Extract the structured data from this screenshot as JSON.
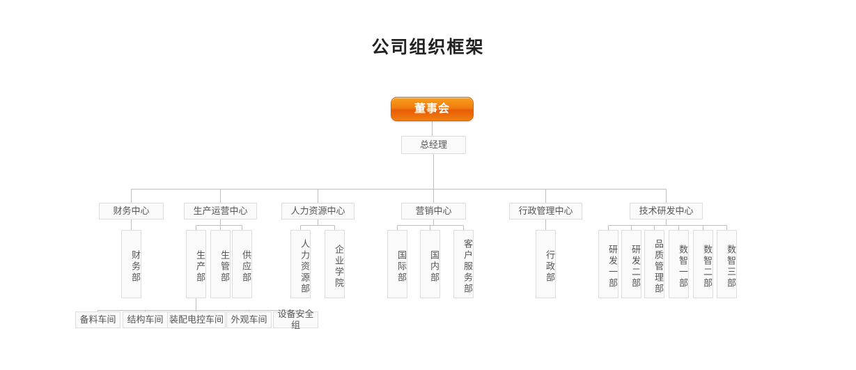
{
  "page": {
    "title": "公司组织框架",
    "background": "#ffffff",
    "accent_color": "#ef7d10",
    "box_fill": "#fafafa",
    "box_border": "#dddddd",
    "line_color": "#bfbfbf",
    "text_color": "#555555"
  },
  "chart_data": {
    "type": "diagram",
    "subtype": "org-chart",
    "title": "公司组织框架",
    "root": {
      "label": "董事会",
      "style": "orange-gradient"
    },
    "general_manager": {
      "label": "总经理"
    },
    "centers": [
      {
        "label": "财务中心",
        "departments": [
          {
            "label": "财务部"
          }
        ]
      },
      {
        "label": "生产运营中心",
        "departments": [
          {
            "label": "生产部"
          },
          {
            "label": "生管部"
          },
          {
            "label": "供应部"
          }
        ],
        "workshops": [
          {
            "label": "备料车间"
          },
          {
            "label": "结构车间"
          },
          {
            "label": "装配电控车间"
          },
          {
            "label": "外观车间"
          },
          {
            "label": "设备安全组"
          }
        ]
      },
      {
        "label": "人力资源中心",
        "departments": [
          {
            "label": "人力资源部"
          },
          {
            "label": "企业学院"
          }
        ]
      },
      {
        "label": "营销中心",
        "departments": [
          {
            "label": "国际部"
          },
          {
            "label": "国内部"
          },
          {
            "label": "客户服务部"
          }
        ]
      },
      {
        "label": "行政管理中心",
        "departments": [
          {
            "label": "行政部"
          }
        ]
      },
      {
        "label": "技术研发中心",
        "departments": [
          {
            "label": "研发一部"
          },
          {
            "label": "研发二部"
          },
          {
            "label": "品质管理部"
          },
          {
            "label": "数智一部"
          },
          {
            "label": "数智二部"
          },
          {
            "label": "数智三部"
          }
        ]
      }
    ]
  }
}
